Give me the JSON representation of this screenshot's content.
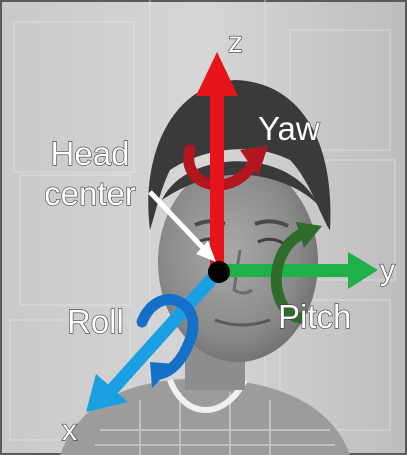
{
  "labels": {
    "z": "z",
    "yaw": "Yaw",
    "head_center_line1": "Head",
    "head_center_line2": "center",
    "y": "y",
    "pitch": "Pitch",
    "roll": "Roll",
    "x": "x"
  },
  "colors": {
    "z_axis": "#e8141c",
    "y_axis": "#1fb04a",
    "x_axis": "#1aa0e2",
    "yaw_arrow": "#b3161e",
    "pitch_arrow": "#2f6b2a",
    "roll_arrow": "#1570c8",
    "center_dot": "#000000",
    "pointer": "#ffffff"
  },
  "icons": {
    "background": "grayscale-person-photo",
    "center": "head-center-dot",
    "z": "z-axis-arrow",
    "y": "y-axis-arrow",
    "x": "x-axis-arrow",
    "yaw": "yaw-rotation-arrow",
    "pitch": "pitch-rotation-arrow",
    "roll": "roll-rotation-arrow"
  }
}
